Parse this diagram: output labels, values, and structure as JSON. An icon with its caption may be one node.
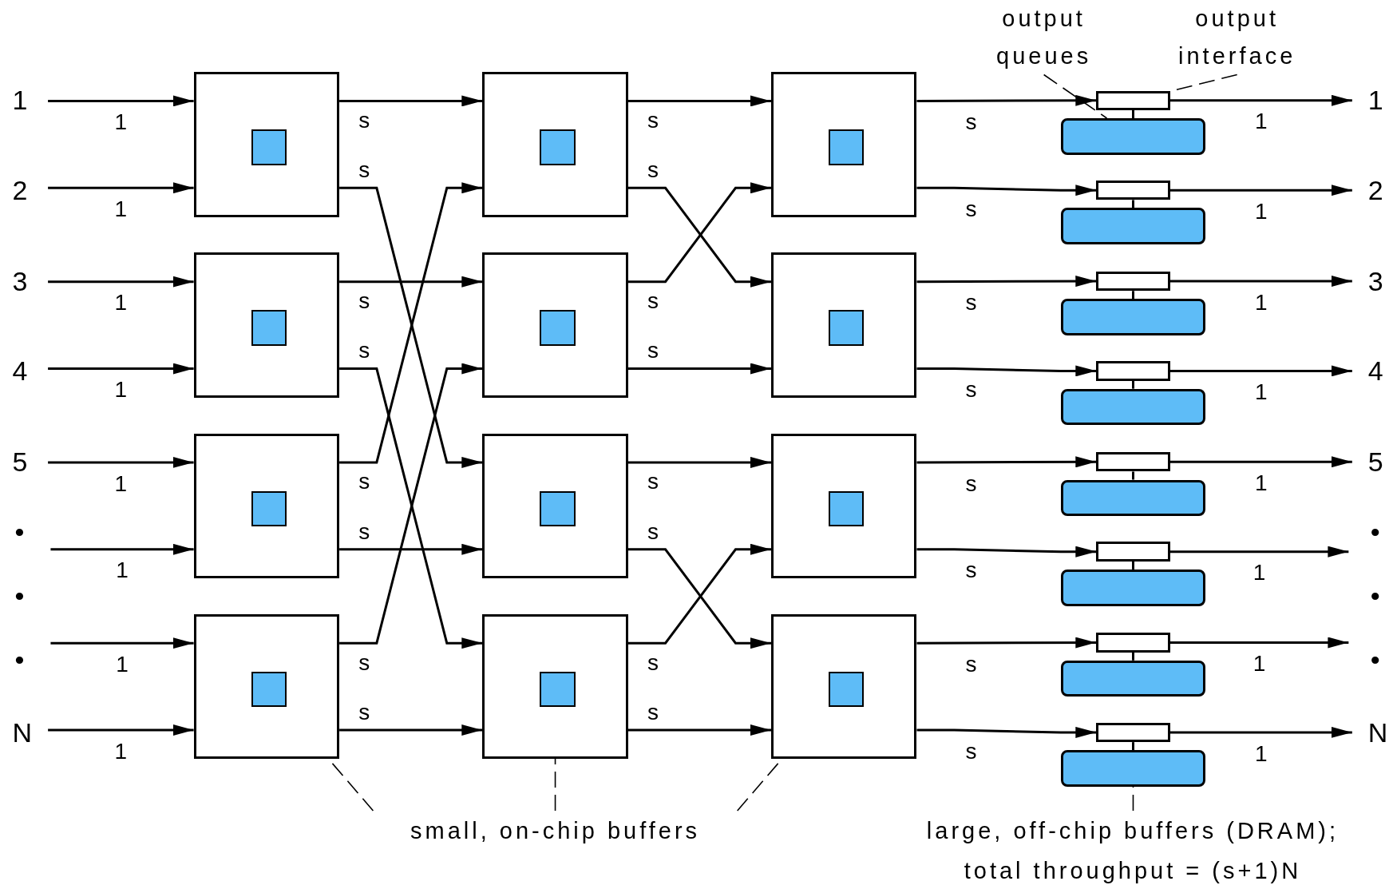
{
  "diagram": {
    "nodes": [
      {
        "text": [
          "output queues"
        ]
      },
      {
        "text": [
          "output interface"
        ]
      },
      {
        "text": [],
        "shape": "box"
      },
      {
        "text": [],
        "shape": "box",
        "in": 2
      },
      {
        "text": [],
        "shape": "box"
      },
      {
        "text": [],
        "shape": "box",
        "in": 4
      },
      {
        "text": [],
        "shape": "box"
      },
      {
        "text": [],
        "shape": "box",
        "in": 6
      },
      {
        "text": [],
        "shape": "box"
      },
      {
        "text": [],
        "shape": "box",
        "in": 8
      },
      {
        "text": [],
        "shape": "box"
      },
      {
        "text": [],
        "shape": "box",
        "in": 10
      },
      {
        "text": [],
        "shape": "box"
      },
      {
        "text": [],
        "shape": "box",
        "in": 12
      },
      {
        "text": [],
        "shape": "box"
      },
      {
        "text": [],
        "shape": "box",
        "in": 14
      },
      {
        "text": [],
        "shape": "box"
      },
      {
        "text": [],
        "shape": "box",
        "in": 16
      },
      {
        "text": [],
        "shape": "box"
      },
      {
        "text": [],
        "shape": "box",
        "in": 18
      },
      {
        "text": [],
        "shape": "box"
      },
      {
        "text": [],
        "shape": "box",
        "in": 20
      },
      {
        "text": [],
        "shape": "box"
      },
      {
        "text": [],
        "shape": "box",
        "in": 22
      },
      {
        "text": [],
        "shape": "box"
      },
      {
        "text": [],
        "shape": "box",
        "in": 24
      },
      {
        "text": [],
        "shape": "box"
      },
      {
        "text": [],
        "shape": "bar"
      },
      {
        "text": [],
        "shape": "box"
      },
      {
        "text": [],
        "shape": "bar"
      },
      {
        "text": [],
        "shape": "box"
      },
      {
        "text": [],
        "shape": "bar"
      },
      {
        "text": [],
        "shape": "box"
      },
      {
        "text": [],
        "shape": "bar"
      },
      {
        "text": [],
        "shape": "box"
      },
      {
        "text": [],
        "shape": "bar"
      },
      {
        "text": [],
        "shape": "box"
      },
      {
        "text": [],
        "shape": "bar"
      },
      {
        "text": [],
        "shape": "box"
      },
      {
        "text": [],
        "shape": "bar"
      },
      {
        "text": [],
        "shape": "box"
      },
      {
        "text": [],
        "shape": "bar"
      },
      {
        "text": [
          "small, on-chip buffers"
        ]
      },
      {
        "text": [
          "large, off-chip buffers (DRAM);",
          "total throughput = (s+1)N"
        ]
      },
      {
        "text": [
          "1"
        ]
      },
      {
        "text": [
          "2"
        ]
      },
      {
        "text": [
          "3"
        ]
      },
      {
        "text": [
          "4"
        ]
      },
      {
        "text": [
          "5"
        ]
      },
      {
        "text": [
          "N"
        ]
      },
      {
        "text": [
          "1"
        ]
      },
      {
        "text": [
          "2"
        ]
      },
      {
        "text": [
          "3"
        ]
      },
      {
        "text": [
          "4"
        ]
      },
      {
        "text": [
          "5"
        ]
      },
      {
        "text": [
          "N"
        ]
      }
    ],
    "edges": [
      {
        "from": 44,
        "to": 2,
        "arrow": "to",
        "label": "1"
      },
      {
        "from": 45,
        "to": 2,
        "arrow": "to",
        "label": "1"
      },
      {
        "from": 46,
        "to": 4,
        "arrow": "to",
        "label": "1"
      },
      {
        "from": 47,
        "to": 4,
        "arrow": "to",
        "label": "1"
      },
      {
        "from": 48,
        "to": 6,
        "arrow": "to",
        "label": "1"
      },
      {
        "from": null,
        "to": 6,
        "arrow": "to",
        "label": "1"
      },
      {
        "from": null,
        "to": 8,
        "arrow": "to",
        "label": "1"
      },
      {
        "from": 49,
        "to": 8,
        "arrow": "to",
        "label": "1"
      },
      {
        "from": 2,
        "to": 10,
        "arrow": "to",
        "label": "s"
      },
      {
        "from": 2,
        "to": 14,
        "arrow": "to",
        "label": "s"
      },
      {
        "from": 4,
        "to": 12,
        "arrow": "to",
        "label": "s"
      },
      {
        "from": 4,
        "to": 16,
        "arrow": "to",
        "label": "s"
      },
      {
        "from": 6,
        "to": 10,
        "arrow": "to",
        "label": "s"
      },
      {
        "from": 6,
        "to": 14,
        "arrow": "to",
        "label": "s"
      },
      {
        "from": 8,
        "to": 12,
        "arrow": "to",
        "label": "s"
      },
      {
        "from": 8,
        "to": 16,
        "arrow": "to",
        "label": "s"
      },
      {
        "from": 10,
        "to": 18,
        "arrow": "to",
        "label": "s"
      },
      {
        "from": 10,
        "to": 20,
        "arrow": "to",
        "label": "s"
      },
      {
        "from": 12,
        "to": 18,
        "arrow": "to",
        "label": "s"
      },
      {
        "from": 12,
        "to": 20,
        "arrow": "to",
        "label": "s"
      },
      {
        "from": 14,
        "to": 22,
        "arrow": "to",
        "label": "s"
      },
      {
        "from": 14,
        "to": 24,
        "arrow": "to",
        "label": "s"
      },
      {
        "from": 16,
        "to": 22,
        "arrow": "to",
        "label": "s"
      },
      {
        "from": 16,
        "to": 24,
        "arrow": "to",
        "label": "s"
      },
      {
        "from": 18,
        "to": 26,
        "arrow": "to",
        "label": "s"
      },
      {
        "from": 18,
        "to": 28,
        "arrow": "to",
        "label": "s"
      },
      {
        "from": 20,
        "to": 30,
        "arrow": "to",
        "label": "s"
      },
      {
        "from": 20,
        "to": 32,
        "arrow": "to",
        "label": "s"
      },
      {
        "from": 22,
        "to": 34,
        "arrow": "to",
        "label": "s"
      },
      {
        "from": 22,
        "to": 36,
        "arrow": "to",
        "label": "s"
      },
      {
        "from": 24,
        "to": 38,
        "arrow": "to",
        "label": "s"
      },
      {
        "from": 24,
        "to": 40,
        "arrow": "to",
        "label": "s"
      },
      {
        "from": 26,
        "to": 50,
        "arrow": "to",
        "label": "1"
      },
      {
        "from": 28,
        "to": 51,
        "arrow": "to",
        "label": "1"
      },
      {
        "from": 30,
        "to": 52,
        "arrow": "to",
        "label": "1"
      },
      {
        "from": 32,
        "to": 53,
        "arrow": "to",
        "label": "1"
      },
      {
        "from": 34,
        "to": 54,
        "arrow": "to",
        "label": "1"
      },
      {
        "from": 36,
        "to": null,
        "arrow": "to",
        "label": "1"
      },
      {
        "from": 38,
        "to": null,
        "arrow": "to",
        "label": "1"
      },
      {
        "from": 40,
        "to": 55,
        "arrow": "to",
        "label": "1"
      },
      {
        "from": 26,
        "to": 27,
        "arrow": "none"
      },
      {
        "from": 28,
        "to": 29,
        "arrow": "none"
      },
      {
        "from": 30,
        "to": 31,
        "arrow": "none"
      },
      {
        "from": 32,
        "to": 33,
        "arrow": "none"
      },
      {
        "from": 34,
        "to": 35,
        "arrow": "none"
      },
      {
        "from": 36,
        "to": 37,
        "arrow": "none"
      },
      {
        "from": 38,
        "to": 39,
        "arrow": "none"
      },
      {
        "from": 40,
        "to": 41,
        "arrow": "none"
      },
      {
        "from": 0,
        "to": 27,
        "arrow": "none",
        "style": "dashed"
      },
      {
        "from": 1,
        "to": 26,
        "arrow": "none",
        "style": "dashed"
      },
      {
        "from": 42,
        "to": 9,
        "arrow": "none",
        "style": "dashed"
      },
      {
        "from": 42,
        "to": 17,
        "arrow": "none",
        "style": "dashed"
      },
      {
        "from": 42,
        "to": 25,
        "arrow": "none",
        "style": "dashed"
      },
      {
        "from": 43,
        "to": 41,
        "arrow": "none",
        "style": "dashed"
      }
    ],
    "labels": [
      "•",
      "•",
      "•",
      "•",
      "•",
      "•"
    ]
  }
}
